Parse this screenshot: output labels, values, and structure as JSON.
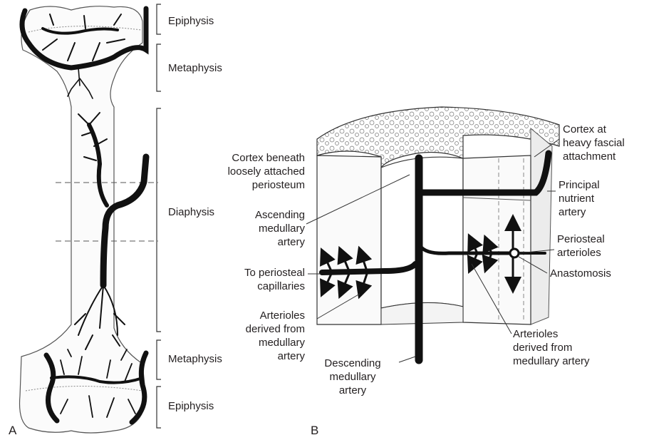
{
  "panel_a": {
    "letter": "A",
    "regions": {
      "epiphysis_top": "Epiphysis",
      "metaphysis_top": "Metaphysis",
      "diaphysis": "Diaphysis",
      "metaphysis_bottom": "Metaphysis",
      "epiphysis_bottom": "Epiphysis"
    }
  },
  "panel_b": {
    "letter": "B",
    "labels": {
      "cortex_loose": "Cortex beneath\nloosely attached\nperiosteum",
      "ascending": "Ascending\nmedullary\nartery",
      "to_periosteal": "To periosteal\ncapillaries",
      "arterioles_left": "Arterioles\nderived from\nmedullary\nartery",
      "descending": "Descending\nmedullary\nartery",
      "cortex_heavy": "Cortex at\nheavy fascial\nattachment",
      "principal": "Principal\nnutrient\nartery",
      "periosteal_arterioles": "Periosteal\narterioles",
      "anastomosis": "Anastomosis",
      "arterioles_right": "Arterioles\nderived from\nmedullary artery"
    }
  }
}
